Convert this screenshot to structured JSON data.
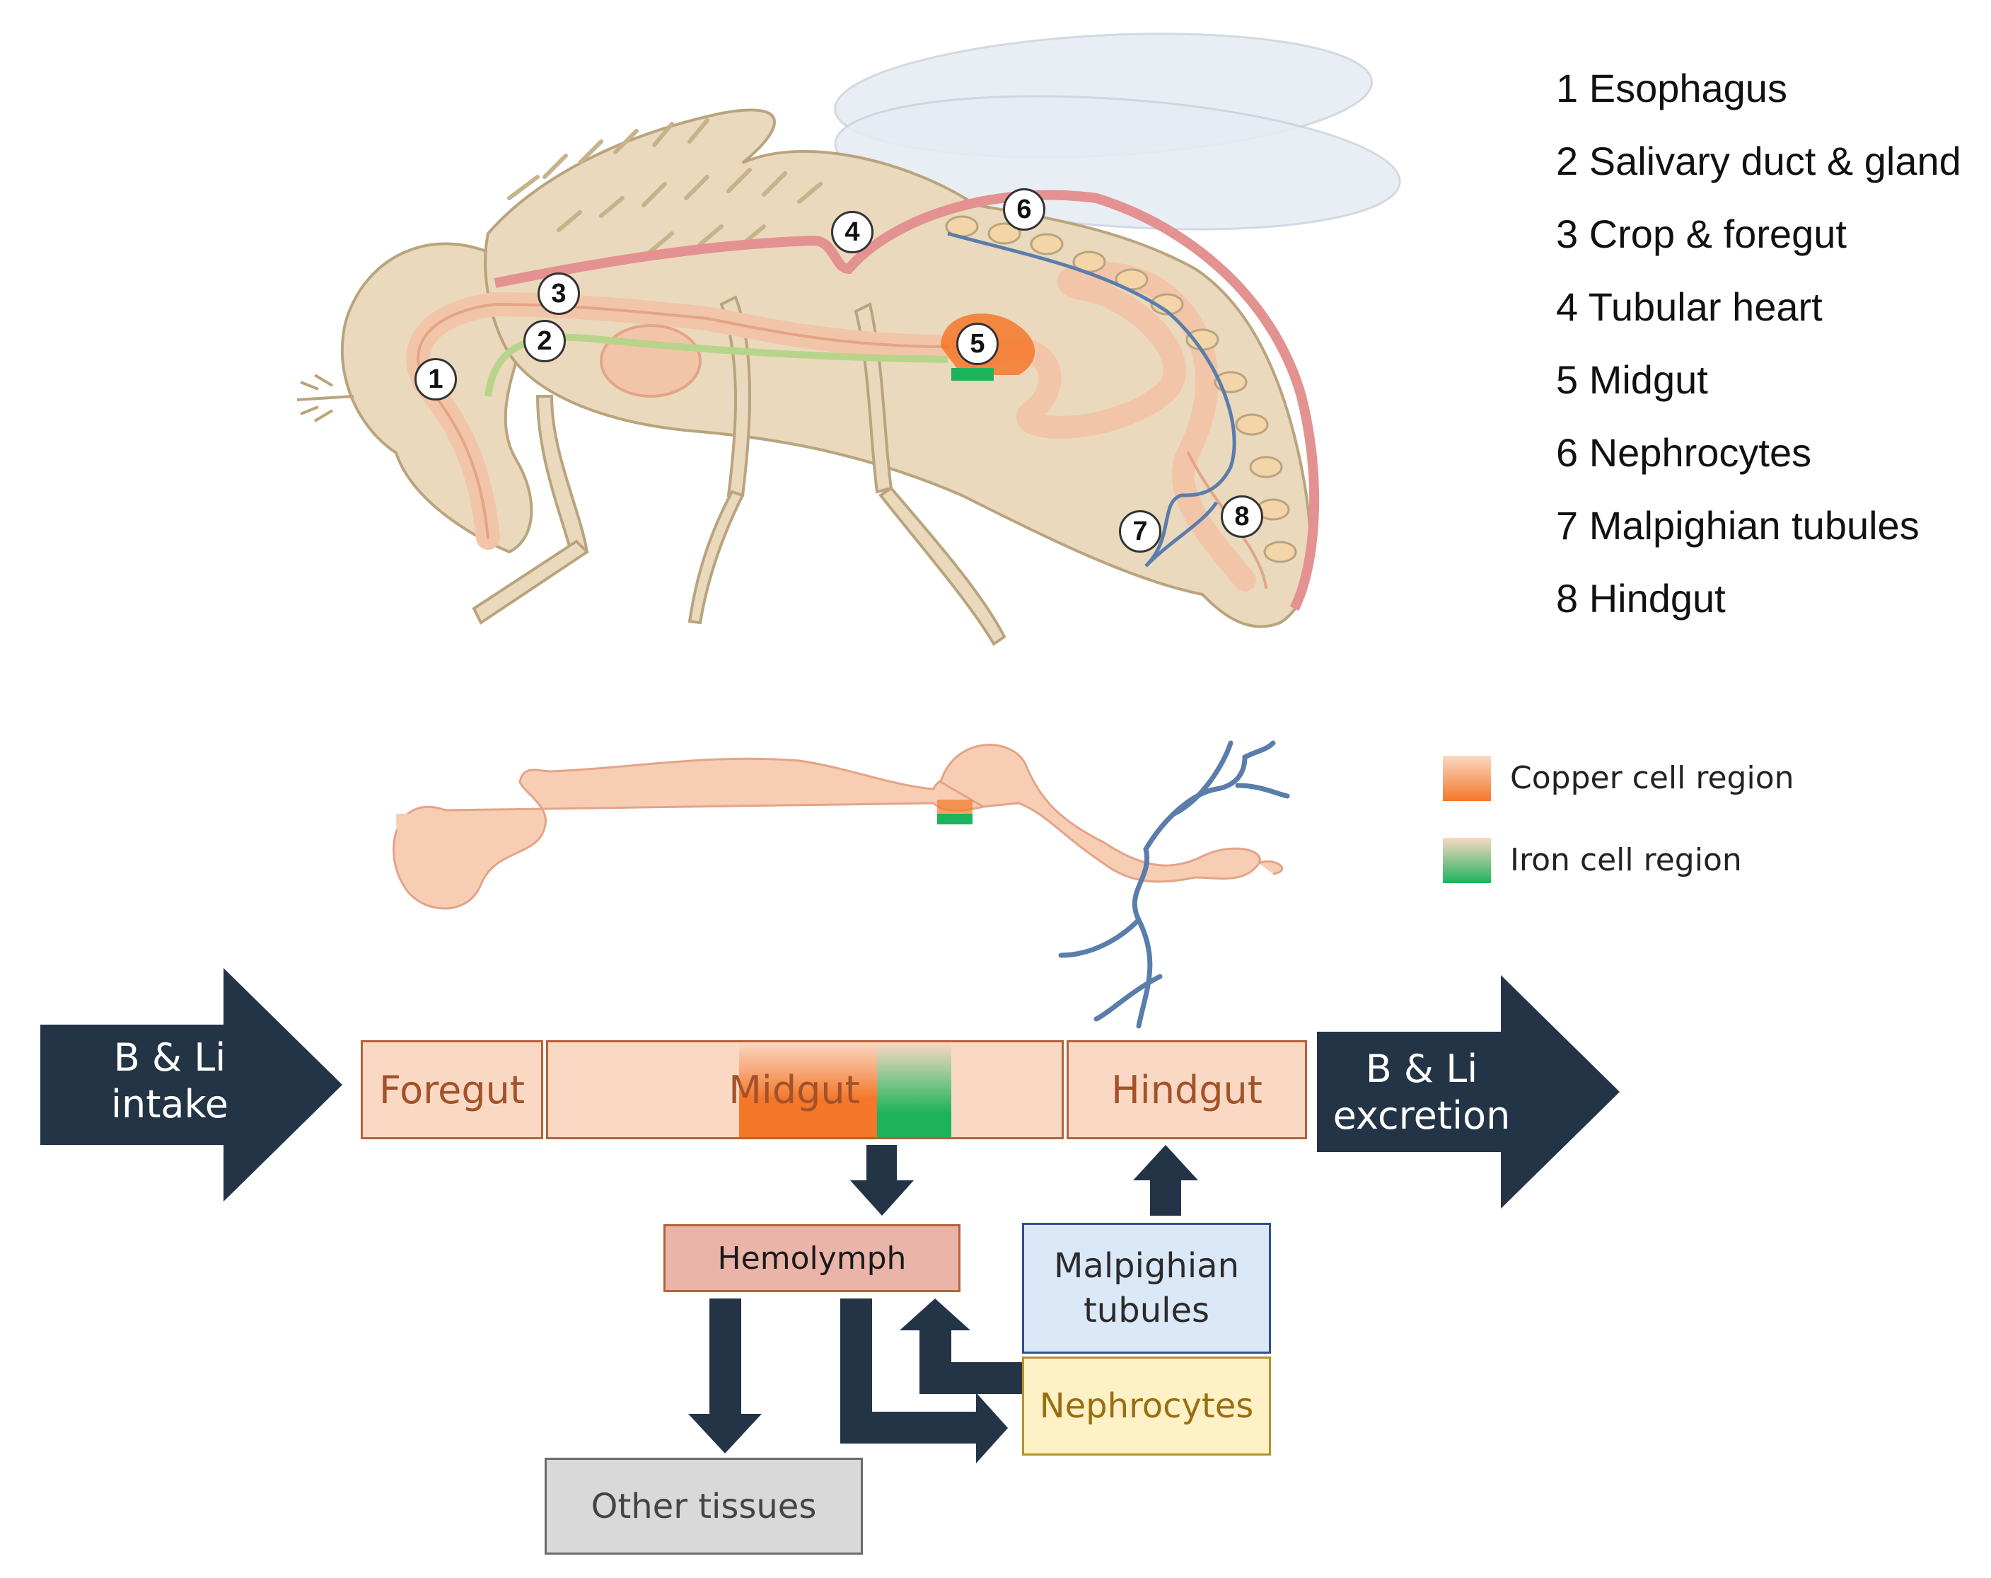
{
  "legend_items": [
    {
      "num": "1",
      "label": "Esophagus"
    },
    {
      "num": "2",
      "label": "Salivary duct & gland"
    },
    {
      "num": "3",
      "label": "Crop & foregut"
    },
    {
      "num": "4",
      "label": "Tubular heart"
    },
    {
      "num": "5",
      "label": "Midgut"
    },
    {
      "num": "6",
      "label": "Nephrocytes"
    },
    {
      "num": "7",
      "label": "Malpighian tubules"
    },
    {
      "num": "8",
      "label": "Hindgut"
    }
  ],
  "cell_legend": {
    "copper": "Copper cell region",
    "iron": "Iron cell region"
  },
  "flow": {
    "intake_line1": "B & Li",
    "intake_line2": "intake",
    "excretion_line1": "B & Li",
    "excretion_line2": "excretion",
    "foregut": "Foregut",
    "midgut": "Midgut",
    "hindgut": "Hindgut",
    "hemolymph": "Hemolymph",
    "malpighian_line1": "Malpighian",
    "malpighian_line2": "tubules",
    "nephrocytes": "Nephrocytes",
    "other_tissues": "Other tissues"
  },
  "colors": {
    "navy": "#243447",
    "gut_fill": "#fad9c4",
    "gut_border": "#b5623a",
    "copper": "#f4772a",
    "iron": "#1db35c",
    "hemolymph_fill": "#eab5a8",
    "malpighian_fill": "#dbe8f7",
    "malpighian_border": "#2f4f8f",
    "nephro_fill": "#fff1c6",
    "nephro_border": "#b8902a",
    "other_fill": "#d9d9d9",
    "tubule_blue": "#5a7dab",
    "fly_body": "#ead9bd"
  }
}
